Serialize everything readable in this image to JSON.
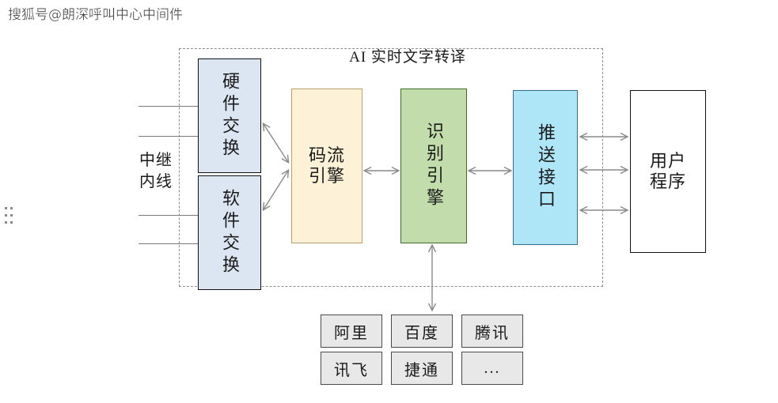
{
  "watermark": {
    "text": "搜狐号@朗深呼叫中心中间件"
  },
  "diagram": {
    "title": "AI 实时文字转译",
    "trunk_label": "中继\n内线",
    "trunk_label_line1": "中继",
    "trunk_label_line2": "内线",
    "nodes": {
      "hardware_switch": {
        "label": "硬件交换",
        "color": "#dce6f2"
      },
      "software_switch": {
        "label": "软件交换",
        "color": "#dce6f2"
      },
      "stream_engine": {
        "label": "码流引擎",
        "color": "#fdf2d8"
      },
      "recog_engine": {
        "label": "识别引擎",
        "color": "#c3dcac"
      },
      "push_interface": {
        "label": "推送接口",
        "color": "#aee5f7"
      },
      "user_program": {
        "label": "用户程序",
        "color": "#ffffff"
      }
    },
    "vendors": [
      {
        "label": "阿里"
      },
      {
        "label": "百度"
      },
      {
        "label": "腾讯"
      },
      {
        "label": "讯飞"
      },
      {
        "label": "捷通"
      },
      {
        "label": "..."
      }
    ],
    "colors": {
      "dashed_border": "#8d8d8d",
      "arrow": "#8a8a8a",
      "chip_fill": "#e8e8e8",
      "node_stroke": "#111111"
    }
  }
}
